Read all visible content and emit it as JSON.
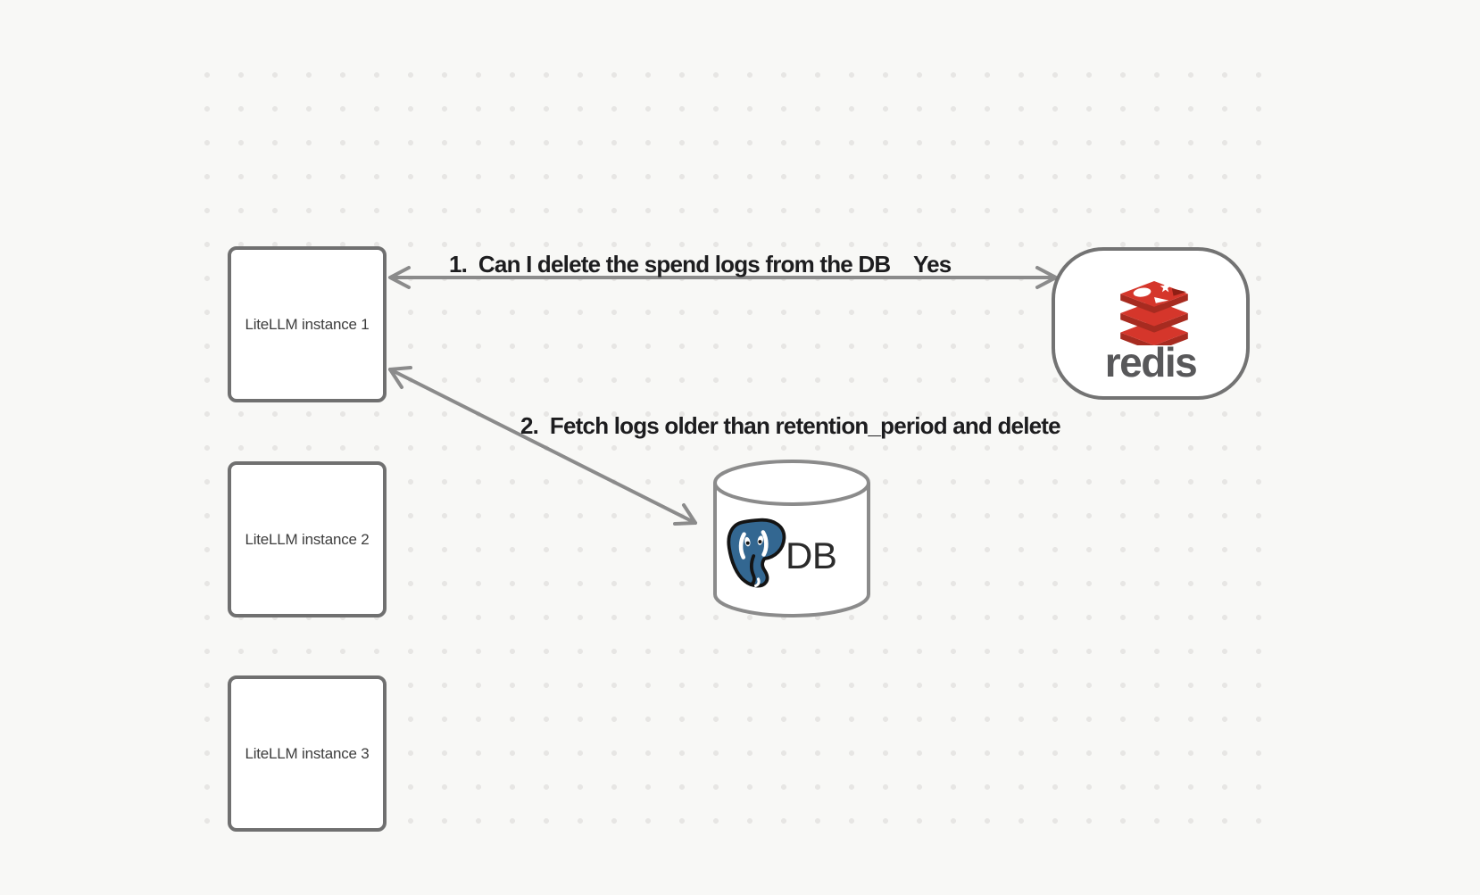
{
  "canvas": {
    "background": "#f8f8f6",
    "dot_color": "#e7e6e4"
  },
  "nodes": {
    "instance1": {
      "label": "LiteLLM instance 1"
    },
    "instance2": {
      "label": "LiteLLM instance 2"
    },
    "instance3": {
      "label": "LiteLLM instance 3"
    },
    "redis": {
      "wordmark": "redis"
    },
    "db": {
      "label": "DB"
    }
  },
  "edges": {
    "redis_edge": {
      "question": "1.  Can I delete the spend logs from the DB",
      "answer": "Yes"
    },
    "db_edge": {
      "label": "2.  Fetch logs older than retention_period and delete"
    }
  },
  "icons": {
    "redis_logo": "redis-stack-logo",
    "postgres_logo": "postgresql-elephant-logo",
    "db_cylinder": "database-cylinder"
  },
  "colors": {
    "redis_red": "#d5362b",
    "redis_red_dark": "#a72b20",
    "postgres_blue": "#336791",
    "edge_gray": "#8b8b8b",
    "node_border_gray": "#707070",
    "label_text": "#1d1d1f",
    "node_text": "#3d3d3d",
    "redis_text": "#58585a"
  }
}
